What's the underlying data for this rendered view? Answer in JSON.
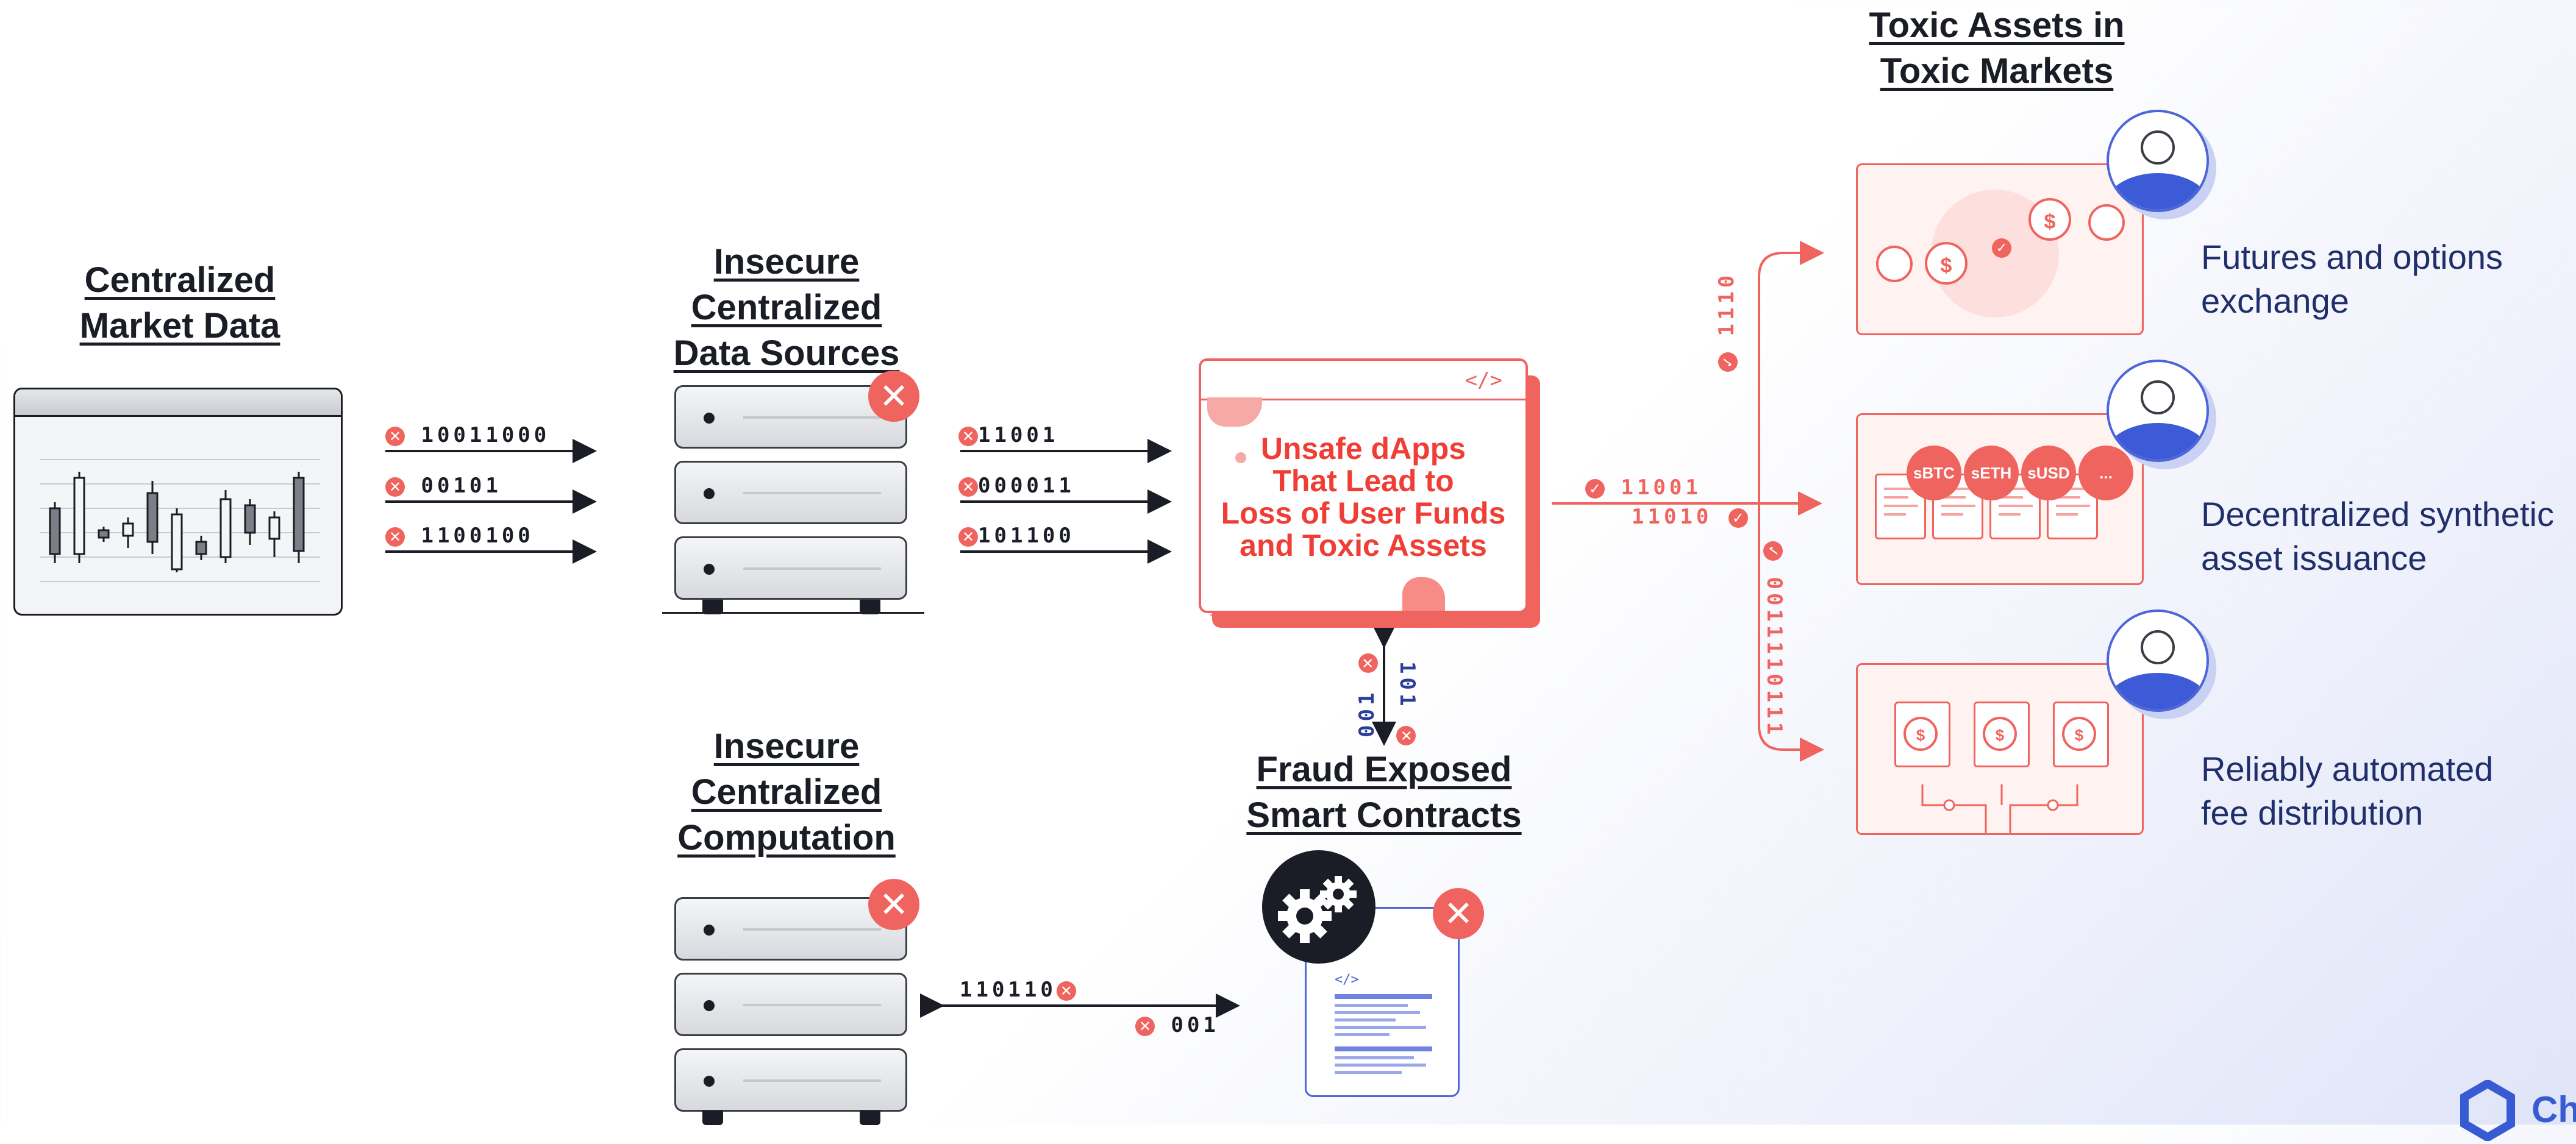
{
  "headings": {
    "market_data": [
      "Centralized",
      "Market Data"
    ],
    "data_sources": [
      "Insecure",
      "Centralized",
      "Data Sources"
    ],
    "computation": [
      "Insecure",
      "Centralized",
      "Computation"
    ],
    "fraud_contracts": [
      "Fraud Exposed",
      "Smart Contracts"
    ],
    "toxic_assets": [
      "Toxic Assets in",
      "Toxic Markets"
    ]
  },
  "dapp_box": {
    "code_icon": "</>",
    "lines": [
      "Unsafe dApps",
      "That Lead to",
      "Loss of User Funds",
      "and Toxic Assets"
    ]
  },
  "streams": {
    "market_to_sources": [
      "10011000",
      "00101",
      "1100100"
    ],
    "sources_to_dapp": [
      "11001",
      "000011",
      "101100"
    ],
    "dapp_out": [
      "11001",
      "11010"
    ],
    "branch_top": "1110",
    "branch_bottom": "0011110111",
    "dapp_contract": [
      "001",
      "101"
    ],
    "compute_contract": [
      "110110",
      "001"
    ]
  },
  "use_cases": [
    {
      "label_lines": [
        "Futures and options",
        "exchange"
      ]
    },
    {
      "label_lines": [
        "Decentralized synthetic",
        "asset issuance"
      ]
    },
    {
      "label_lines": [
        "Reliably automated",
        "fee distribution"
      ]
    }
  ],
  "tokens": [
    "sBTC",
    "sETH",
    "sUSD",
    "..."
  ],
  "brand_partial": "Ch",
  "colors": {
    "red": "#f0645f",
    "navy": "#1a1d26",
    "blue": "#3d5bd6",
    "label_blue": "#1f2f6b"
  },
  "icons": [
    "close-icon",
    "check-icon",
    "gear-icon",
    "user-icon",
    "dollar-coin-icon",
    "code-icon",
    "chainlink-logo"
  ]
}
